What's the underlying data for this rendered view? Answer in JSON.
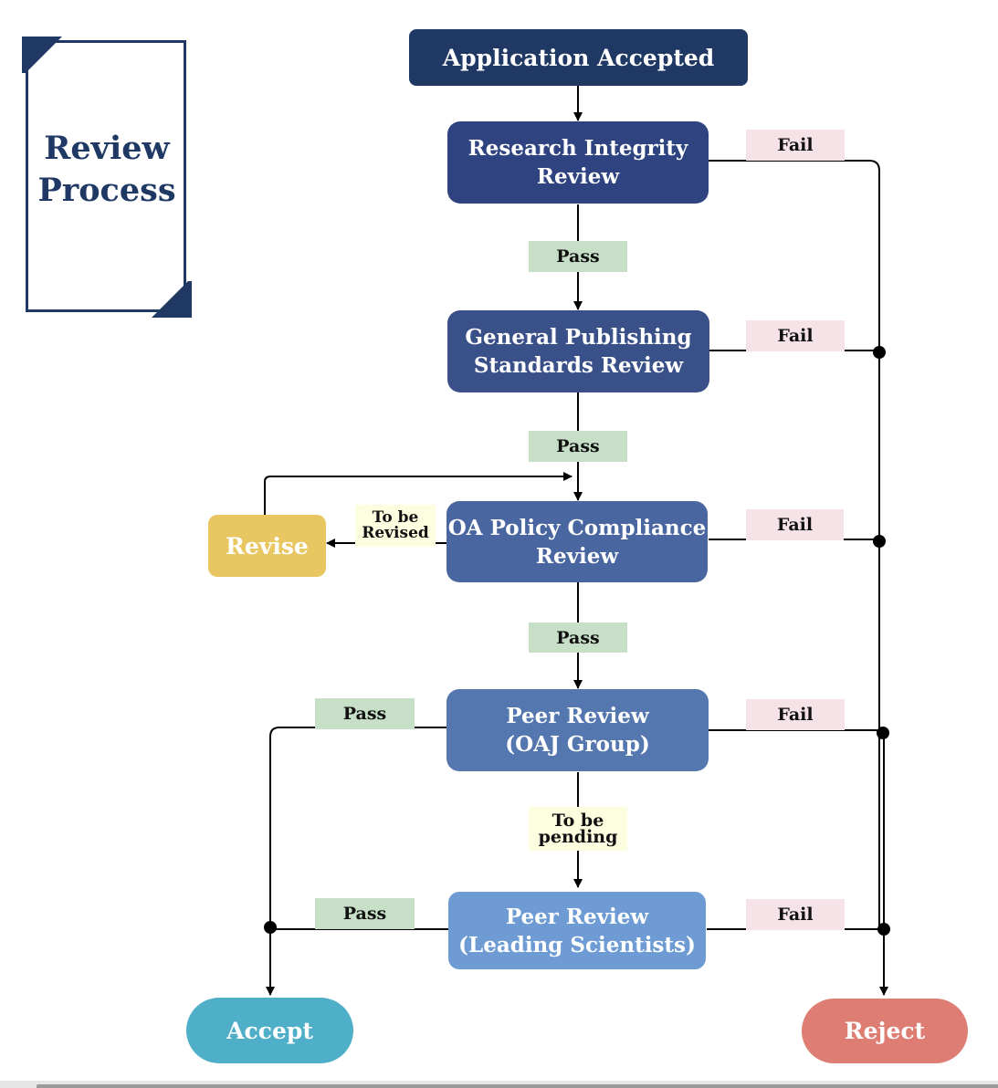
{
  "title": {
    "line1": "Review",
    "line2": "Process"
  },
  "nodes": {
    "start": "Application Accepted",
    "integrity": {
      "line1": "Research Integrity",
      "line2": "Review"
    },
    "general": {
      "line1": "General Publishing",
      "line2": "Standards Review"
    },
    "oa_policy": {
      "line1": "OA Policy Compliance",
      "line2": "Review"
    },
    "peer_oaj": {
      "line1": "Peer Review",
      "line2": "(OAJ Group)"
    },
    "peer_leading": {
      "line1": "Peer Review",
      "line2": "(Leading Scientists)"
    },
    "revise": "Revise",
    "accept": "Accept",
    "reject": "Reject"
  },
  "labels": {
    "pass": "Pass",
    "fail": "Fail",
    "to_be_revised": {
      "line1": "To be",
      "line2": "Revised"
    },
    "to_be_pending": {
      "line1": "To be",
      "line2": "pending"
    }
  },
  "colors": {
    "title": "#1f3864",
    "start": "#1f3864",
    "integrity": "#2e4380",
    "general": "#3a5089",
    "oa_policy": "#4a66a1",
    "peer_oaj": "#5577b0",
    "peer_leading": "#6e9bd4",
    "revise": "#e8c762",
    "accept": "#4faec8",
    "reject": "#dd7d73",
    "pass_label": "#c6dfc6",
    "fail_label": "#f5e3e8",
    "pending_label": "#fdfde0"
  }
}
